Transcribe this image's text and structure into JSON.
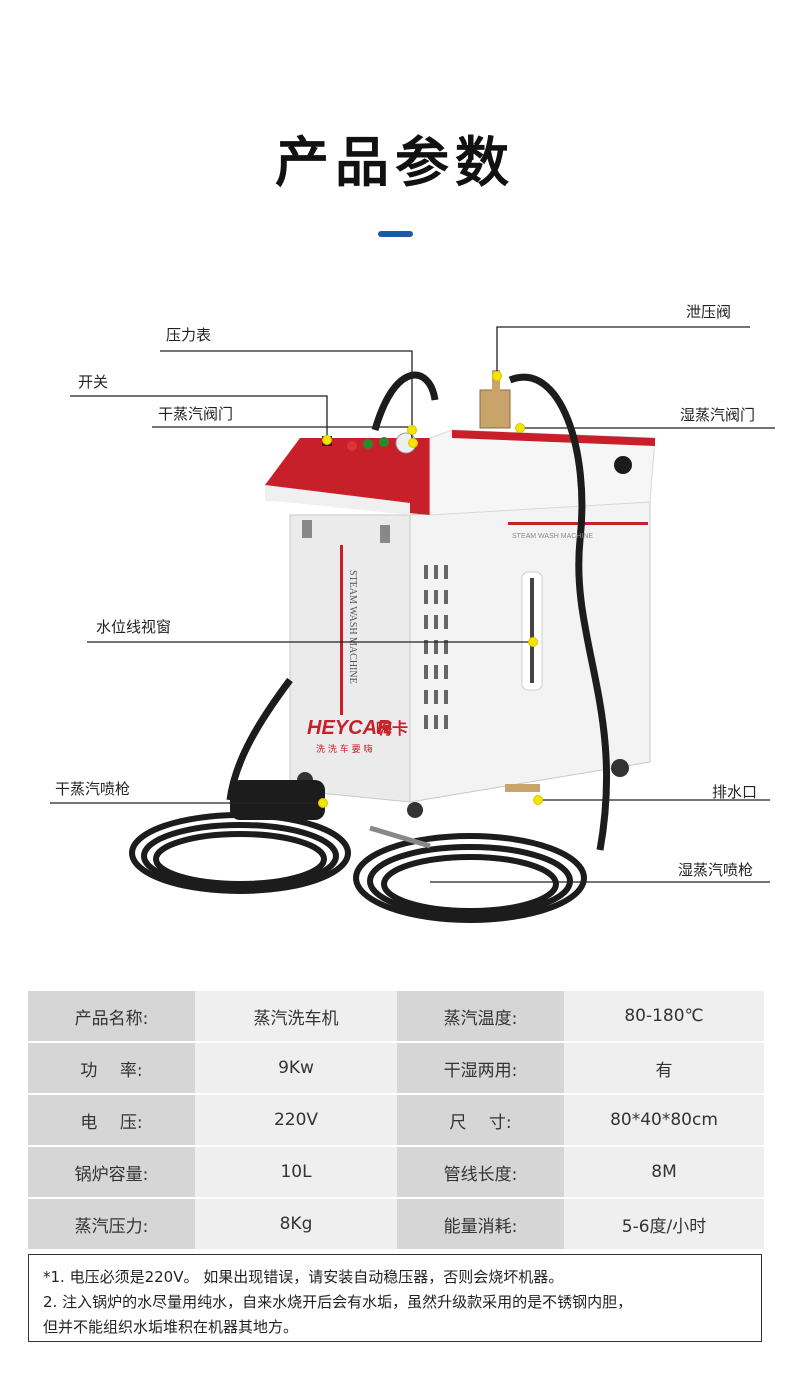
{
  "title": "产品参数",
  "colors": {
    "accent": "#1f58a8",
    "machine_red": "#c8202b",
    "dot": "#f4e400"
  },
  "callouts": {
    "pressure_gauge": "压力表",
    "switch": "开关",
    "dry_steam_valve": "干蒸汽阀门",
    "relief_valve": "泄压阀",
    "wet_steam_valve": "湿蒸汽阀门",
    "water_window": "水位线视窗",
    "dry_steam_gun": "干蒸汽喷枪",
    "drain": "排水口",
    "wet_steam_gun": "湿蒸汽喷枪"
  },
  "machine": {
    "brand": "HEYCAR",
    "brand_cn": "嗨卡",
    "brand_sub": "洗 洗 车 要 嗨",
    "side_text": "STEAM WASH MACHINE",
    "top_text": "STEAM WASH MACHINE"
  },
  "specs": [
    [
      "产品名称:",
      "蒸汽洗车机",
      "蒸汽温度:",
      "80-180℃"
    ],
    [
      "功　 率:",
      "9Kw",
      "干湿两用:",
      "有"
    ],
    [
      "电　 压:",
      "220V",
      "尺　 寸:",
      "80*40*80cm"
    ],
    [
      "锅炉容量:",
      "10L",
      "管线长度:",
      "8M"
    ],
    [
      "蒸汽压力:",
      "8Kg",
      "能量消耗:",
      "5-6度/小时"
    ]
  ],
  "notes": {
    "line1": "*1. 电压必须是220V。 如果出现错误，请安装自动稳压器，否则会烧坏机器。",
    "line2": "  2. 注入锅炉的水尽量用纯水，自来水烧开后会有水垢，虽然升级款采用的是不锈钢内胆，",
    "line3": "但并不能组织水垢堆积在机器其地方。"
  }
}
